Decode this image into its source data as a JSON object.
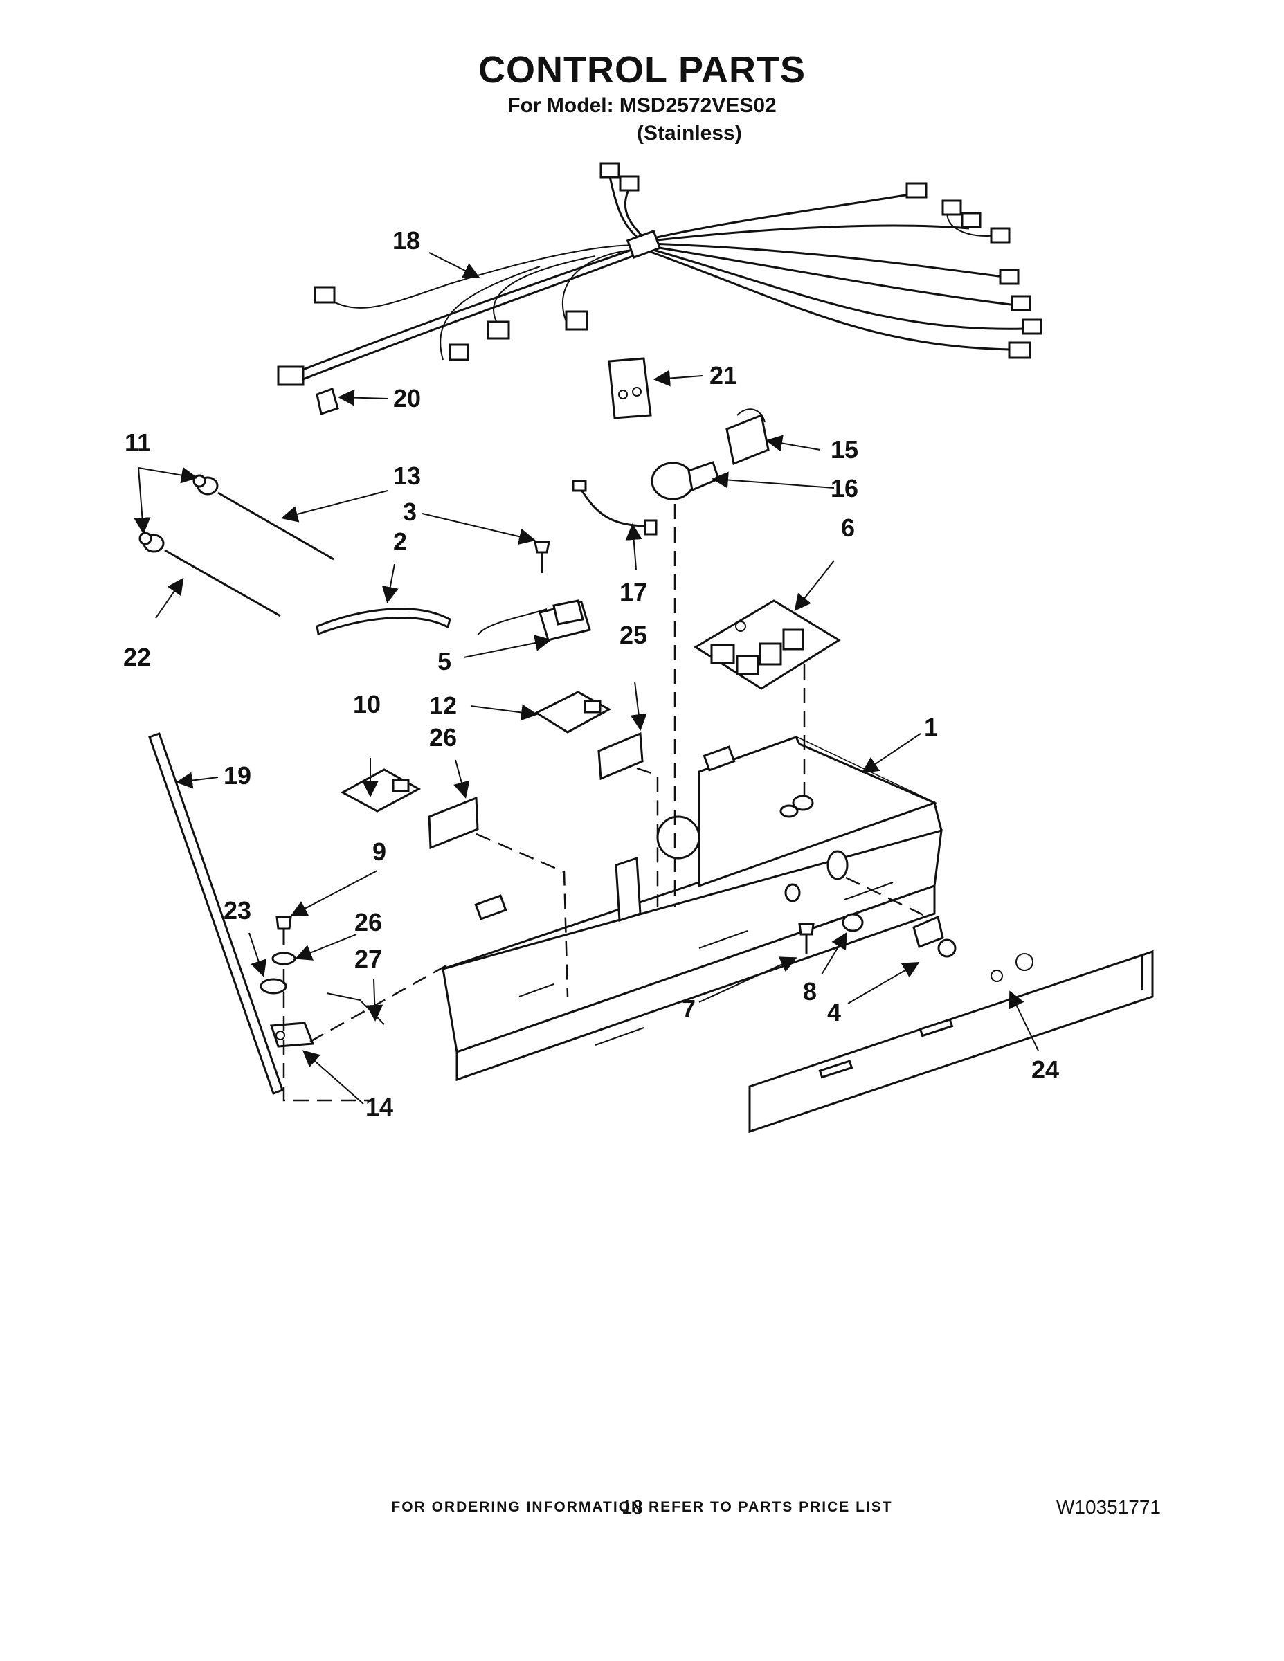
{
  "header": {
    "title": "CONTROL PARTS",
    "model_line": "For Model: MSD2572VES02",
    "finish": "(Stainless)"
  },
  "callouts": {
    "c1": "1",
    "c2": "2",
    "c3": "3",
    "c4": "4",
    "c5": "5",
    "c6": "6",
    "c7": "7",
    "c8": "8",
    "c9": "9",
    "c10": "10",
    "c11": "11",
    "c12": "12",
    "c13": "13",
    "c14": "14",
    "c15": "15",
    "c16": "16",
    "c17": "17",
    "c18": "18",
    "c19": "19",
    "c20": "20",
    "c21": "21",
    "c22": "22",
    "c23": "23",
    "c24": "24",
    "c25": "25",
    "c26a": "26",
    "c26b": "26",
    "c27": "27"
  },
  "footer": {
    "ordering_note": "FOR ORDERING INFORMATION REFER TO PARTS PRICE LIST",
    "page_number": "18",
    "document_number": "W10351771"
  }
}
